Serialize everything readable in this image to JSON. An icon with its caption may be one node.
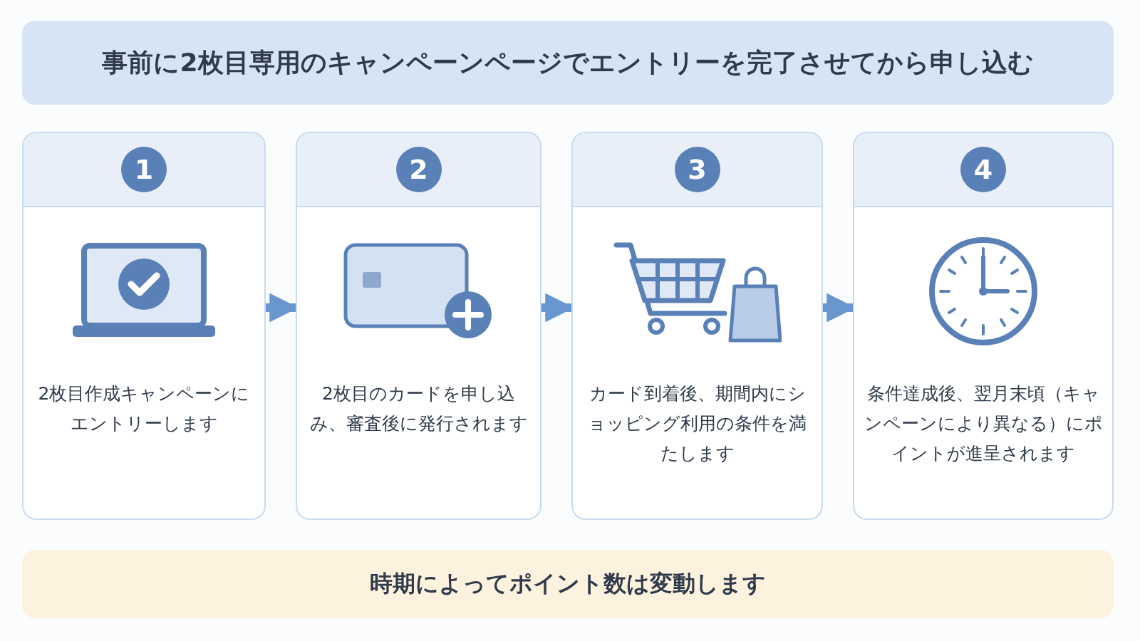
{
  "diagram": {
    "title": "事前に2枚目専用のキャンペーンページでエントリーを完了させてから申し込む",
    "caption": "時期によってポイント数は変動します",
    "nodes": [
      {
        "text": [
          "1",
          "2枚目作成キャンペーンにエントリーします"
        ]
      },
      {
        "text": [
          "2",
          "2枚目のカードを申し込み、審査後に発行されます"
        ]
      },
      {
        "text": [
          "3",
          "カード到着後、期間内にショッピング利用の条件を満たします"
        ]
      },
      {
        "text": [
          "4",
          "条件達成後、翌月末頃（キャンペーンにより異なる）にポイントが進呈されます"
        ]
      }
    ],
    "edges": [
      {
        "from": 0,
        "to": 1,
        "arrow": "to"
      },
      {
        "from": 1,
        "to": 2,
        "arrow": "to"
      },
      {
        "from": 2,
        "to": 3,
        "arrow": "to"
      }
    ]
  }
}
